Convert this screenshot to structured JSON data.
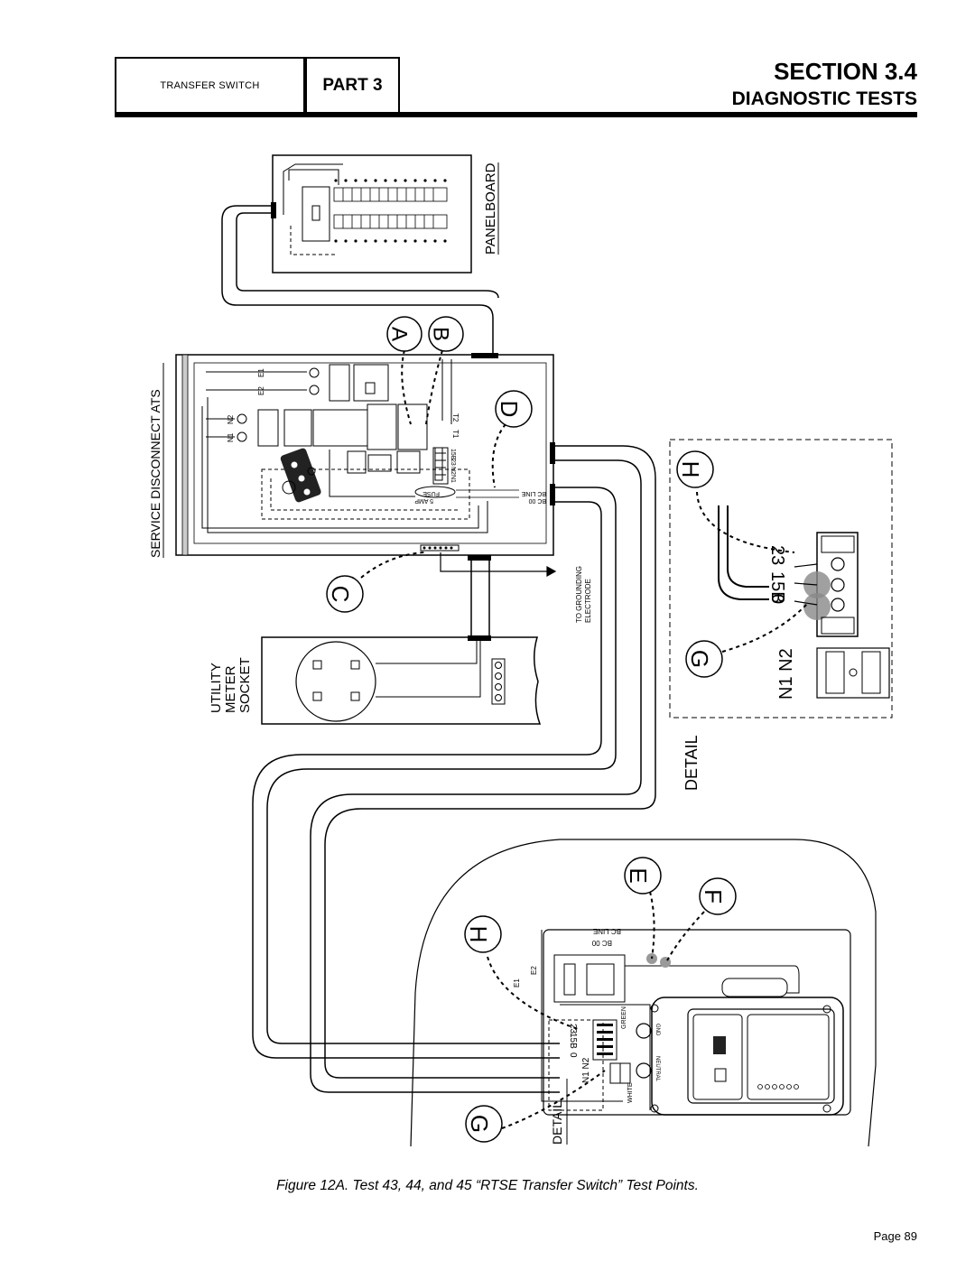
{
  "header": {
    "left_label": "TRANSFER SWITCH",
    "part_label": "PART 3",
    "section_title": "SECTION 3.4",
    "section_subtitle": "DIAGNOSTIC TESTS"
  },
  "diagram": {
    "panelboard_label": "PANELBOARD",
    "ats_label": "SERVICE DISCONNECT ATS",
    "meter_label_lines": [
      "UTILITY",
      "METER",
      "SOCKET"
    ],
    "grounding_label_lines": [
      "TO GROUNDING",
      "ELECTRODE"
    ],
    "detail_label": "DETAIL",
    "test_points": [
      "A",
      "B",
      "C",
      "D",
      "E",
      "F",
      "G",
      "H"
    ],
    "terminal_labels": {
      "e1": "E1",
      "e2": "E2",
      "n1": "N1",
      "n2": "N2",
      "t1": "T1",
      "t2": "T2",
      "t15b": "15B",
      "t23": "23",
      "t0": "0",
      "n1n2": "N1  N2",
      "bc_line": "BC LINE",
      "bc_00": "BC 00",
      "fuse": "FUSE",
      "amp5": "5 AMP",
      "green": "GREEN",
      "white": "WHITE",
      "gnd": "GND",
      "neutral": "NEUTRAL"
    }
  },
  "caption": "Figure 12A. Test 43, 44, and 45 “RTSE Transfer Switch” Test Points.",
  "page": "Page 89"
}
